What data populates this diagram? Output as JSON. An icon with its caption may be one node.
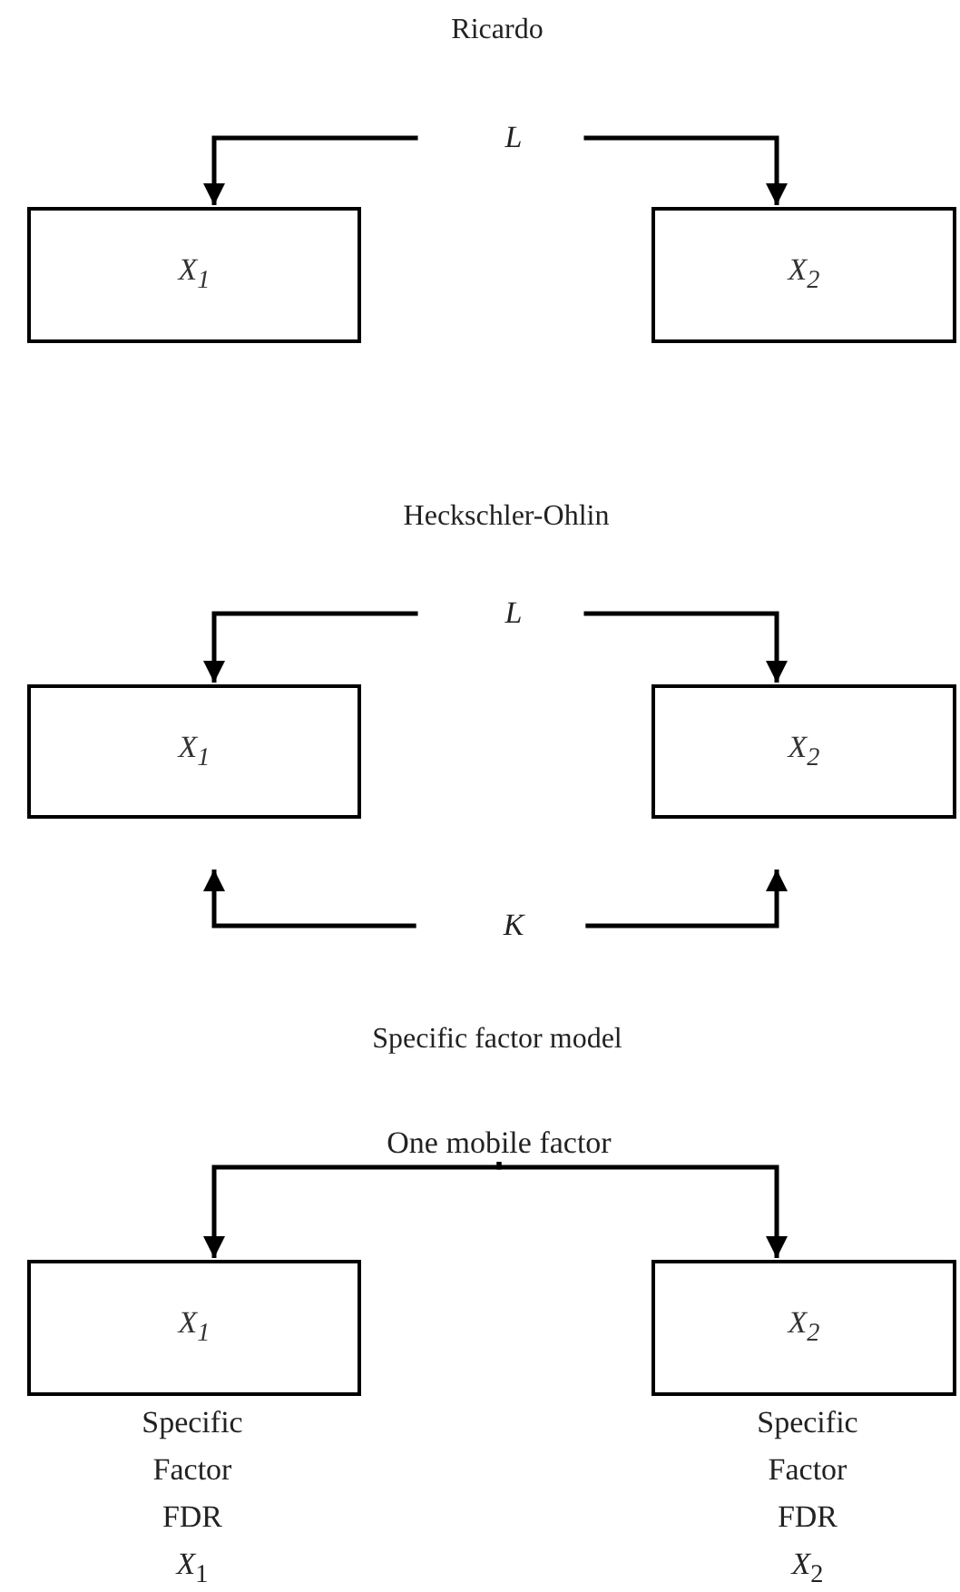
{
  "diagram": {
    "nodes": [
      {
        "text": [
          "L"
        ]
      },
      {
        "text": [
          "X$_{1}$"
        ]
      },
      {
        "text": [
          "X$_{2}$"
        ]
      },
      {
        "text": [
          "L"
        ]
      },
      {
        "text": [
          "X$_{1}$"
        ]
      },
      {
        "text": [
          "X$_{2}$"
        ]
      },
      {
        "text": [
          "K"
        ]
      },
      {
        "text": [
          "One mobile factor"
        ]
      },
      {
        "text": [
          "X$_{1}$"
        ],
        "beside": [
          "Specific Factor",
          "FDR",
          "*X*$_{1}$"
        ]
      },
      {
        "text": [
          "X$_{2}$"
        ],
        "beside": [
          "Specific Factor",
          "FDR",
          "*X*$_{2}$"
        ]
      }
    ],
    "edges": [
      {
        "from": 0,
        "to": 1,
        "arrow": "to"
      },
      {
        "from": 0,
        "to": 2,
        "arrow": "to"
      },
      {
        "from": 3,
        "to": 4,
        "arrow": "to"
      },
      {
        "from": 3,
        "to": 5,
        "arrow": "to"
      },
      {
        "from": 6,
        "to": 4,
        "arrow": "to"
      },
      {
        "from": 6,
        "to": 5,
        "arrow": "to"
      },
      {
        "from": 7,
        "to": 8,
        "arrow": "to"
      },
      {
        "from": 7,
        "to": 9,
        "arrow": "to"
      }
    ],
    "labels": [
      "Ricardo",
      "Heckschler-Ohlin",
      "Specific factor model"
    ]
  }
}
